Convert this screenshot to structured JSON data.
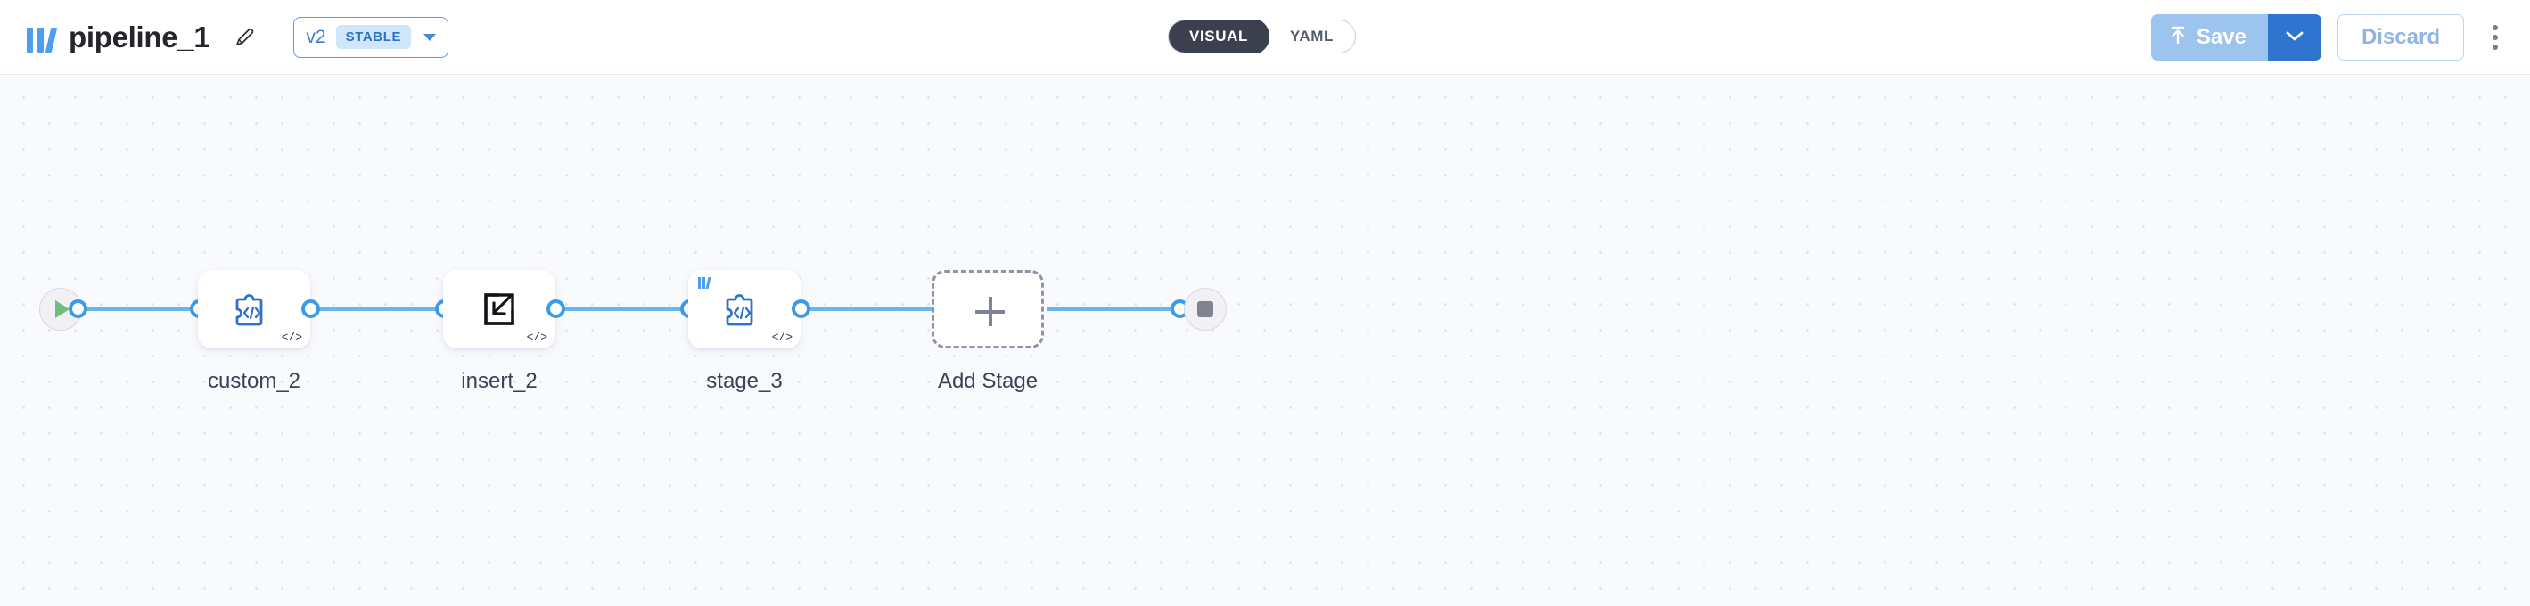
{
  "header": {
    "logo_icon": "pipeline-logo-icon",
    "title": "pipeline_1",
    "edit_icon": "pencil-edit-icon",
    "version": {
      "number": "v2",
      "badge": "STABLE",
      "chevron_icon": "chevron-down-icon"
    },
    "mode_toggle": {
      "options": [
        {
          "label": "VISUAL",
          "active": true
        },
        {
          "label": "YAML",
          "active": false
        }
      ]
    },
    "actions": {
      "save_label": "Save",
      "save_icon": "upload-arrow-icon",
      "save_caret_icon": "chevron-down-icon",
      "discard_label": "Discard",
      "overflow_icon": "kebab-menu-icon"
    }
  },
  "canvas": {
    "start_node": {
      "name": "start-node",
      "icon": "play-icon"
    },
    "end_node": {
      "name": "end-node",
      "icon": "stop-icon"
    },
    "stages": [
      {
        "label": "custom_2",
        "icon": "puzzle-code-icon",
        "badge": "</>",
        "has_logo": false
      },
      {
        "label": "insert_2",
        "icon": "insert-arrow-icon",
        "badge": "</>",
        "has_logo": false
      },
      {
        "label": "stage_3",
        "icon": "puzzle-code-icon",
        "badge": "</>",
        "has_logo": true
      }
    ],
    "add_stage": {
      "label": "Add Stage",
      "icon": "plus-icon"
    }
  },
  "colors": {
    "accent_blue": "#3d9ae4",
    "edge_blue": "#67b7ee",
    "brand_blue": "#4d9df0",
    "save_blue": "#2f74cf",
    "canvas_bg": "#f8fafd",
    "start_green": "#6cc07a",
    "stop_gray": "#80828f"
  }
}
